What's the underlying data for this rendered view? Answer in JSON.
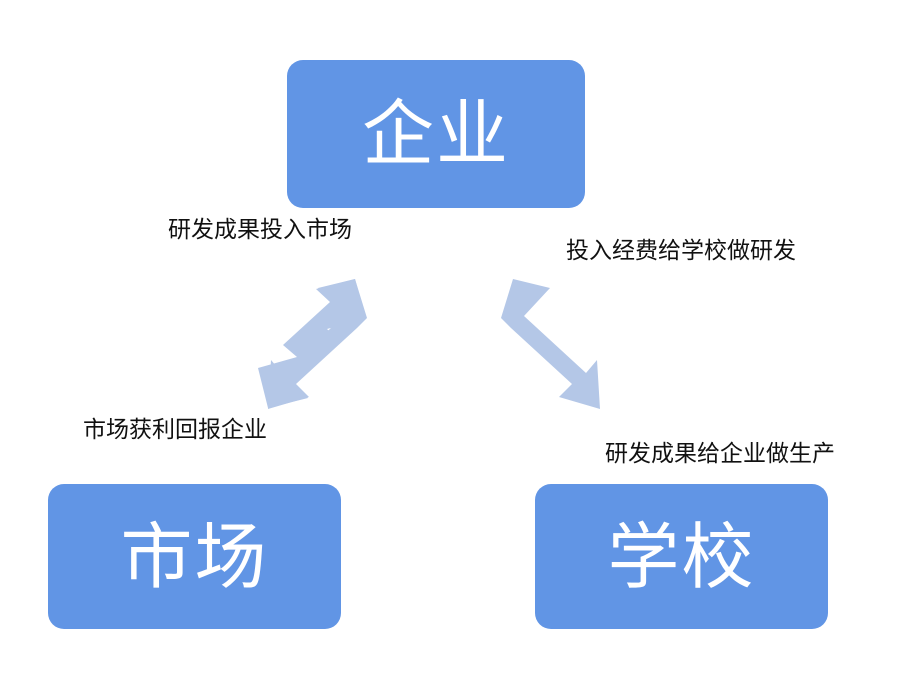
{
  "diagram": {
    "type": "triangle-cycle",
    "background_color": "#ffffff",
    "node_fill_color": "#6195E5",
    "node_text_color": "#ffffff",
    "arrow_color": "#B4C7E7",
    "label_text_color": "#111111",
    "nodes": [
      {
        "id": "enterprise",
        "label": "企业",
        "position": "top"
      },
      {
        "id": "market",
        "label": "市场",
        "position": "bottom-left"
      },
      {
        "id": "school",
        "label": "学校",
        "position": "bottom-right"
      }
    ],
    "edges": [
      {
        "id": "enterprise-market",
        "style": "double-headed-arrow",
        "orientation": "up-right-down-left",
        "labels": [
          {
            "id": "rd-to-market",
            "text": "研发成果投入市场",
            "direction": "enterprise-to-market"
          },
          {
            "id": "profit-to-enterprise",
            "text": "市场获利回报企业",
            "direction": "market-to-enterprise"
          }
        ]
      },
      {
        "id": "enterprise-school",
        "style": "double-headed-arrow",
        "orientation": "up-left-down-right",
        "labels": [
          {
            "id": "fund-to-school",
            "text": "投入经费给学校做研发",
            "direction": "enterprise-to-school"
          },
          {
            "id": "rd-to-production",
            "text": "研发成果给企业做生产",
            "direction": "school-to-enterprise"
          }
        ]
      }
    ]
  }
}
